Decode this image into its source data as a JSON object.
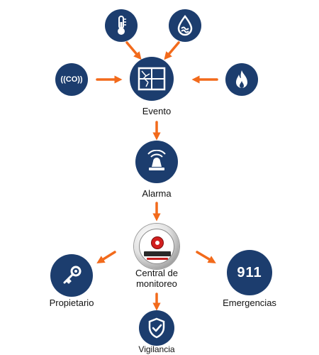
{
  "colors": {
    "node": "#1c3d6e",
    "arrow": "#f26a1b",
    "text": "#111111"
  },
  "nodes": {
    "temperature": {
      "icon": "thermometer-icon"
    },
    "water": {
      "icon": "water-drop-icon"
    },
    "co": {
      "icon": "co-sensor-icon",
      "text": "((CO))"
    },
    "fire": {
      "icon": "flame-icon"
    },
    "evento": {
      "icon": "broken-window-icon",
      "label": "Evento"
    },
    "alarma": {
      "icon": "alarm-bell-icon",
      "label": "Alarma"
    },
    "central": {
      "icon": "monitoring-seal-badge",
      "label": "Central de\nmonitoreo"
    },
    "propietario": {
      "icon": "key-icon",
      "label": "Propietario"
    },
    "emergencias": {
      "icon": "911-icon",
      "text": "911",
      "label": "Emergencias"
    },
    "vigilancia": {
      "icon": "shield-check-icon",
      "label": "Vigilancia"
    }
  }
}
